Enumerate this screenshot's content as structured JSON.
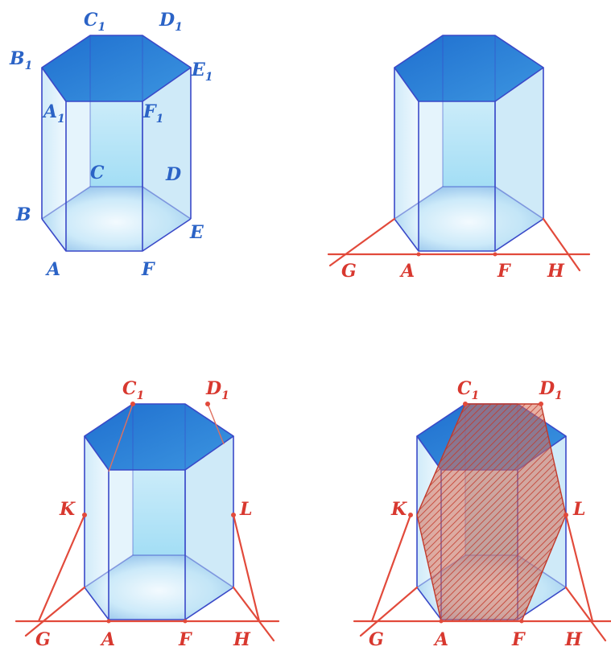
{
  "colors": {
    "prism_top": "#2c7fd7",
    "prism_face": "#bfe3f5",
    "edge": "#3a49c8",
    "label_blue": "#2b63c6",
    "construction_red": "#e24a3b",
    "section_fill": "#d5553f"
  },
  "panel1": {
    "vertices": {
      "A": "A",
      "B": "B",
      "C": "C",
      "D": "D",
      "E": "E",
      "F": "F",
      "A1": "A",
      "B1": "B",
      "C1": "C",
      "D1": "D",
      "E1": "E",
      "F1": "F",
      "sub": "1"
    }
  },
  "panel2": {
    "labels": {
      "G": "G",
      "A": "A",
      "F": "F",
      "H": "H"
    }
  },
  "panel3": {
    "labels": {
      "C1": "C",
      "D1": "D",
      "sub": "1",
      "K": "K",
      "L": "L",
      "G": "G",
      "A": "A",
      "F": "F",
      "H": "H"
    }
  },
  "panel4": {
    "labels": {
      "C1": "C",
      "D1": "D",
      "sub": "1",
      "K": "K",
      "L": "L",
      "G": "G",
      "A": "A",
      "F": "F",
      "H": "H"
    }
  }
}
